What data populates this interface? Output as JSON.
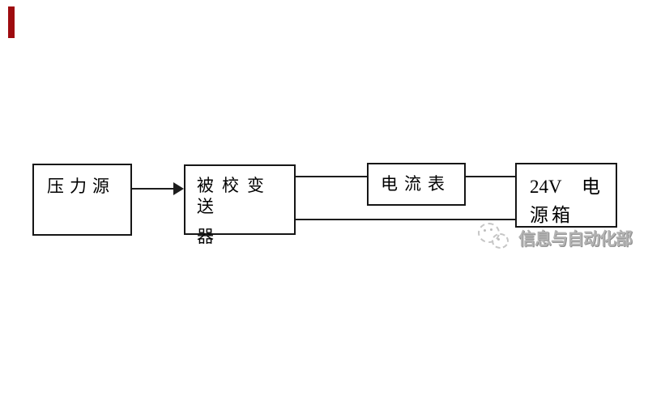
{
  "colors": {
    "accent_bar": "#9e0b0f",
    "box_border": "#161616",
    "wire": "#1d1d1d",
    "watermark_text": "#b3b3b3"
  },
  "diagram": {
    "type": "block-diagram",
    "nodes": [
      {
        "id": "pressure-source",
        "label": "压力源"
      },
      {
        "id": "transmitter-under-calibration",
        "line1": "被校变送",
        "line2": "器"
      },
      {
        "id": "ammeter",
        "label": "电流表"
      },
      {
        "id": "power-box",
        "line1_left": "24V",
        "line1_right": "电",
        "line2": "源箱"
      }
    ],
    "edges": [
      {
        "from": "pressure-source",
        "to": "transmitter-under-calibration",
        "style": "arrow"
      },
      {
        "from": "transmitter-under-calibration",
        "to": "ammeter",
        "style": "plain-line"
      },
      {
        "from": "ammeter",
        "to": "power-box",
        "style": "plain-line"
      },
      {
        "from": "transmitter-under-calibration",
        "to": "power-box",
        "style": "plain-line-bottom"
      }
    ]
  },
  "watermark": {
    "text": "信息与自动化部",
    "logo": "dotted-circles-icon"
  }
}
